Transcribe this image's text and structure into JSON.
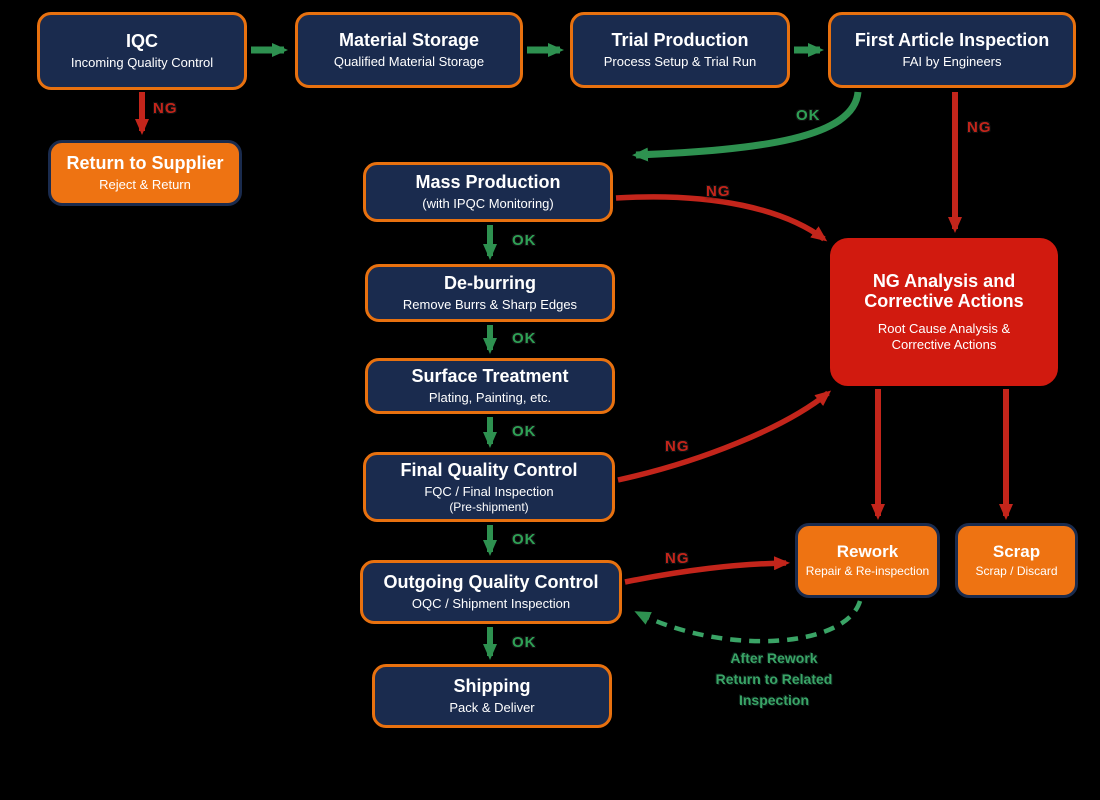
{
  "nodes": {
    "iqc": {
      "title": "IQC",
      "subtitle": "Incoming Quality Control"
    },
    "material": {
      "title": "Material Storage",
      "subtitle": "Qualified Material Storage"
    },
    "trial": {
      "title": "Trial Production",
      "subtitle": "Process Setup & Trial Run"
    },
    "fai": {
      "title": "First Article Inspection",
      "subtitle": "FAI by Engineers"
    },
    "return_supplier": {
      "title": "Return to Supplier",
      "subtitle": "Reject & Return"
    },
    "mass": {
      "title": "Mass Production",
      "subtitle": "(with IPQC Monitoring)"
    },
    "deburring": {
      "title": "De-burring",
      "subtitle": "Remove Burrs & Sharp Edges"
    },
    "surface": {
      "title": "Surface Treatment",
      "subtitle": "Plating, Painting, etc."
    },
    "fqc": {
      "title": "Final Quality Control",
      "subtitle": "FQC / Final Inspection",
      "subtitle2": "(Pre-shipment)"
    },
    "oqc": {
      "title": "Outgoing Quality Control",
      "subtitle": "OQC / Shipment Inspection"
    },
    "shipping": {
      "title": "Shipping",
      "subtitle": "Pack & Deliver"
    },
    "ng_analysis": {
      "title": "NG Analysis and Corrective Actions",
      "subtitle": "Root Cause Analysis & Corrective Actions"
    },
    "rework": {
      "title": "Rework",
      "subtitle": "Repair & Re-inspection"
    },
    "scrap": {
      "title": "Scrap",
      "subtitle": "Scrap / Discard"
    }
  },
  "labels": {
    "ok": "OK",
    "ng": "NG",
    "after_rework_lines": [
      "After Rework",
      "Return to Related",
      "Inspection"
    ]
  },
  "colors": {
    "background": "#000000",
    "navy_fill": "#1a2b4e",
    "orange": "#ee7312",
    "red_box": "#d11a0f",
    "arrow_green": "#2e9150",
    "arrow_red": "#c3251b",
    "text": "#ffffff"
  }
}
